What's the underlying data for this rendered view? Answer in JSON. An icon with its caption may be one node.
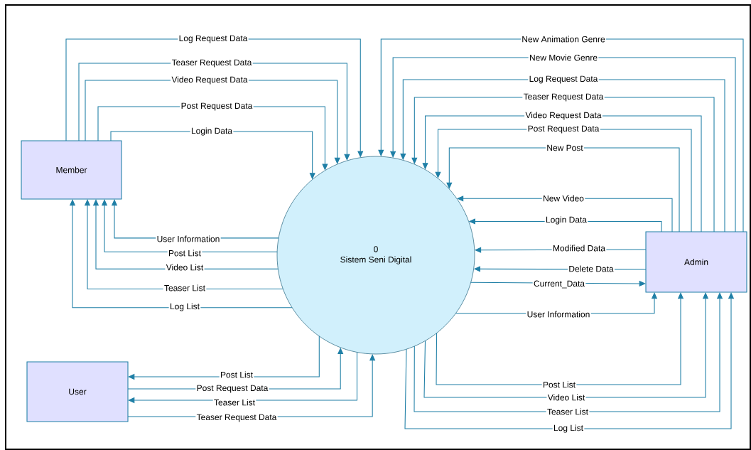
{
  "diagram": {
    "nodes": [
      {
        "text": [
          "Member"
        ]
      },
      {
        "text": [
          "0",
          "Sistem Seni Digital"
        ]
      },
      {
        "text": [
          "Admin"
        ]
      },
      {
        "text": [
          "User"
        ]
      }
    ],
    "edges": [
      {
        "from": 0,
        "to": 1,
        "arrow": "to",
        "label": "Log Request Data"
      },
      {
        "from": 0,
        "to": 1,
        "arrow": "to",
        "label": "Teaser Request Data"
      },
      {
        "from": 0,
        "to": 1,
        "arrow": "to",
        "label": "Video Request Data"
      },
      {
        "from": 0,
        "to": 1,
        "arrow": "to",
        "label": "Post Request Data"
      },
      {
        "from": 0,
        "to": 1,
        "arrow": "to",
        "label": "Login Data"
      },
      {
        "from": 2,
        "to": 1,
        "arrow": "to",
        "label": "New Animation Genre"
      },
      {
        "from": 2,
        "to": 1,
        "arrow": "to",
        "label": "New Movie Genre"
      },
      {
        "from": 2,
        "to": 1,
        "arrow": "to",
        "label": "Log Request Data"
      },
      {
        "from": 2,
        "to": 1,
        "arrow": "to",
        "label": "Teaser Request Data"
      },
      {
        "from": 2,
        "to": 1,
        "arrow": "to",
        "label": "Video Request Data"
      },
      {
        "from": 2,
        "to": 1,
        "arrow": "to",
        "label": "Post Request Data"
      },
      {
        "from": 2,
        "to": 1,
        "arrow": "to",
        "label": "New Post"
      },
      {
        "from": 2,
        "to": 1,
        "arrow": "to",
        "label": "New Video"
      },
      {
        "from": 2,
        "to": 1,
        "arrow": "to",
        "label": "Login Data"
      },
      {
        "from": 1,
        "to": 0,
        "arrow": "to",
        "label": "User Information"
      },
      {
        "from": 1,
        "to": 0,
        "arrow": "to",
        "label": "Post List"
      },
      {
        "from": 1,
        "to": 0,
        "arrow": "to",
        "label": "Video List"
      },
      {
        "from": 1,
        "to": 0,
        "arrow": "to",
        "label": "Teaser List"
      },
      {
        "from": 1,
        "to": 0,
        "arrow": "to",
        "label": "Log List"
      },
      {
        "from": 2,
        "to": 1,
        "arrow": "to",
        "label": "Modified Data"
      },
      {
        "from": 2,
        "to": 1,
        "arrow": "to",
        "label": "Delete Data"
      },
      {
        "from": 1,
        "to": 2,
        "arrow": "to",
        "label": "Current_Data"
      },
      {
        "from": 1,
        "to": 2,
        "arrow": "to",
        "label": "User Information"
      },
      {
        "from": 1,
        "to": 3,
        "arrow": "to",
        "label": "Post List"
      },
      {
        "from": 3,
        "to": 1,
        "arrow": "to",
        "label": "Post Request Data"
      },
      {
        "from": 1,
        "to": 3,
        "arrow": "to",
        "label": "Teaser List"
      },
      {
        "from": 3,
        "to": 1,
        "arrow": "to",
        "label": "Teaser Request Data"
      },
      {
        "from": 1,
        "to": 2,
        "arrow": "to",
        "label": "Post List"
      },
      {
        "from": 1,
        "to": 2,
        "arrow": "to",
        "label": "Video List"
      },
      {
        "from": 1,
        "to": 2,
        "arrow": "to",
        "label": "Teaser List"
      },
      {
        "from": 1,
        "to": 2,
        "arrow": "to",
        "label": "Log List"
      }
    ]
  }
}
